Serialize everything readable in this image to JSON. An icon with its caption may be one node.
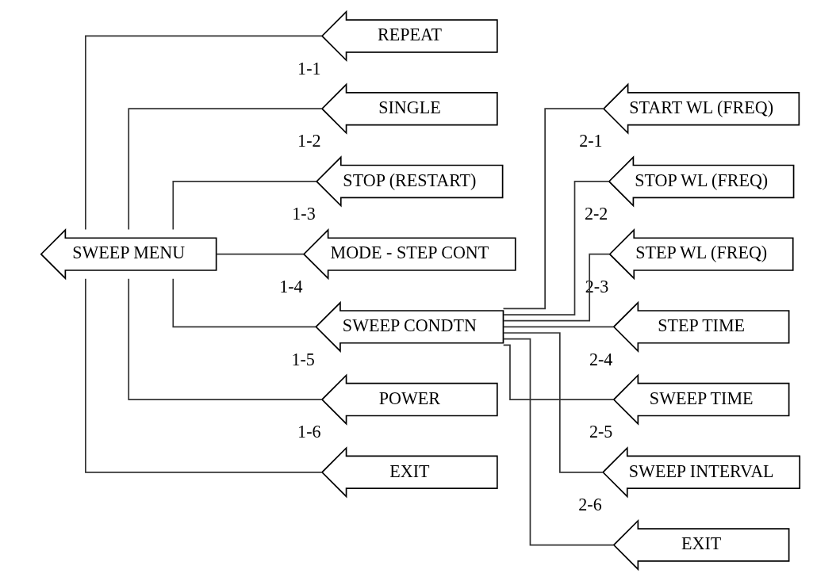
{
  "diagram": {
    "nodes": [
      {
        "text": [
          "SWEEP MENU"
        ]
      },
      {
        "text": [
          "REPEAT"
        ],
        "beside": [
          "1-1"
        ]
      },
      {
        "text": [
          "SINGLE"
        ],
        "beside": [
          "1-2"
        ]
      },
      {
        "text": [
          "STOP (RESTART)"
        ],
        "beside": [
          "1-3"
        ]
      },
      {
        "text": [
          "MODE - STEP CONT"
        ],
        "beside": [
          "1-4"
        ]
      },
      {
        "text": [
          "SWEEP CONDTN"
        ],
        "beside": [
          "1-5"
        ]
      },
      {
        "text": [
          "POWER"
        ],
        "beside": [
          "1-6"
        ]
      },
      {
        "text": [
          "EXIT"
        ]
      },
      {
        "text": [
          "START WL (FREQ)"
        ],
        "beside": [
          "2-1"
        ]
      },
      {
        "text": [
          "STOP WL (FREQ)"
        ],
        "beside": [
          "2-2"
        ]
      },
      {
        "text": [
          "STEP WL (FREQ)"
        ],
        "beside": [
          "2-3"
        ]
      },
      {
        "text": [
          "STEP TIME"
        ],
        "beside": [
          "2-4"
        ]
      },
      {
        "text": [
          "SWEEP TIME"
        ],
        "beside": [
          "2-5"
        ]
      },
      {
        "text": [
          "SWEEP INTERVAL"
        ],
        "beside": [
          "2-6"
        ]
      },
      {
        "text": [
          "EXIT"
        ]
      }
    ],
    "edges": [
      {
        "from": 0,
        "to": 1,
        "arrow": "none"
      },
      {
        "from": 0,
        "to": 2,
        "arrow": "none"
      },
      {
        "from": 0,
        "to": 3,
        "arrow": "none"
      },
      {
        "from": 0,
        "to": 4,
        "arrow": "none"
      },
      {
        "from": 0,
        "to": 5,
        "arrow": "none"
      },
      {
        "from": 0,
        "to": 6,
        "arrow": "none"
      },
      {
        "from": 0,
        "to": 7,
        "arrow": "none"
      },
      {
        "from": 5,
        "to": 8,
        "arrow": "none"
      },
      {
        "from": 5,
        "to": 9,
        "arrow": "none"
      },
      {
        "from": 5,
        "to": 10,
        "arrow": "none"
      },
      {
        "from": 5,
        "to": 11,
        "arrow": "none"
      },
      {
        "from": 5,
        "to": 12,
        "arrow": "none"
      },
      {
        "from": 5,
        "to": 13,
        "arrow": "none"
      },
      {
        "from": 5,
        "to": 14,
        "arrow": "none"
      }
    ]
  }
}
